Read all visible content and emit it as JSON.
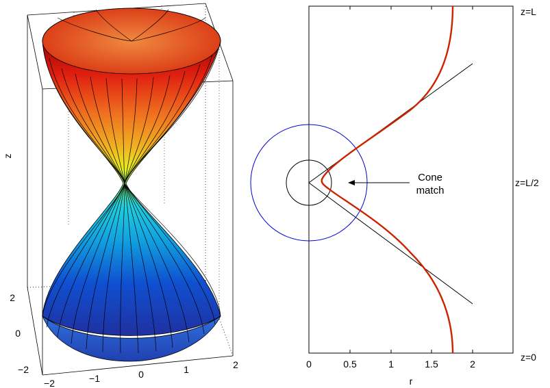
{
  "left_plot": {
    "z_label": "z",
    "x_ticks": [
      "−2",
      "−1",
      "0",
      "1",
      "2"
    ],
    "y_ticks": [
      "2",
      "0",
      "−2"
    ]
  },
  "right_plot": {
    "x_label": "r",
    "x_ticks": [
      "0",
      "0.5",
      "1",
      "1.5",
      "2"
    ],
    "z_labels": [
      "z=L",
      "z=L/2",
      "z=0"
    ],
    "annotation_line1": "Cone",
    "annotation_line2": "match"
  },
  "colors": {
    "profile": "#cc2200",
    "big_circle": "#0000cc",
    "lines": "#000000"
  }
}
